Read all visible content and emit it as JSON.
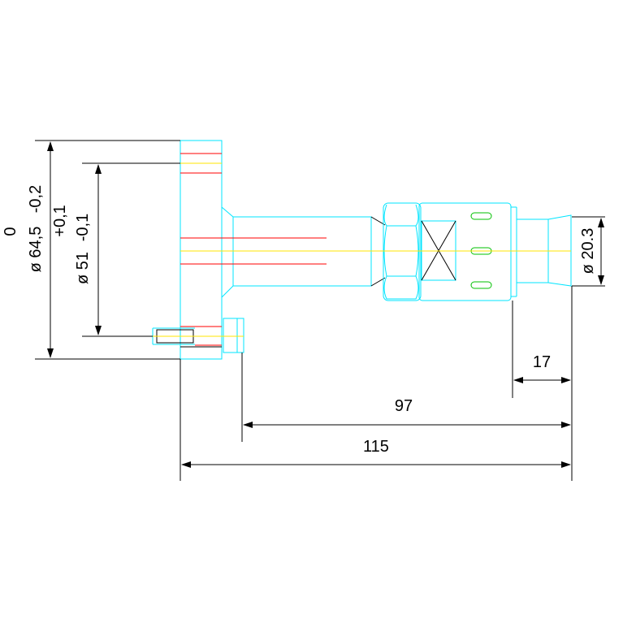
{
  "dimensions": {
    "dia_outer": {
      "label": "ø 64,5",
      "tol_upper": "0",
      "tol_lower": "-0,2"
    },
    "dia_pitch": {
      "label": "ø 51",
      "tol_upper": "+0,1",
      "tol_lower": "-0,1"
    },
    "dia_end": {
      "label": "ø 20.3"
    },
    "len_17": {
      "label": "17"
    },
    "len_97": {
      "label": "97"
    },
    "len_115": {
      "label": "115"
    }
  },
  "colors": {
    "outline": "#00e5ff",
    "dimension": "#000000",
    "thread": "#ff0000",
    "centerline": "#ffe600",
    "slot": "#00c000"
  }
}
